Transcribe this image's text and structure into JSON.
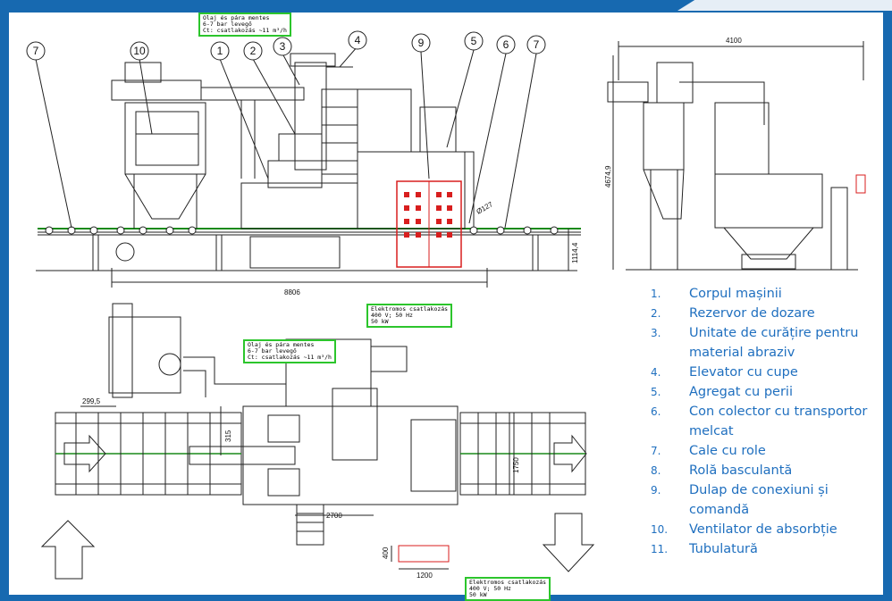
{
  "legend": [
    {
      "num": "1.",
      "label": "Corpul mașinii"
    },
    {
      "num": "2.",
      "label": "Rezervor de dozare"
    },
    {
      "num": "3.",
      "label": "Unitate de curățire pentru material abraziv"
    },
    {
      "num": "4.",
      "label": "Elevator cu cupe"
    },
    {
      "num": "5.",
      "label": "Agregat cu perii"
    },
    {
      "num": "6.",
      "label": "Con colector cu transportor melcat"
    },
    {
      "num": "7.",
      "label": "Cale cu role"
    },
    {
      "num": "8.",
      "label": "Rolă basculantă"
    },
    {
      "num": "9.",
      "label": "Dulap de conexiuni și comandă"
    },
    {
      "num": "10.",
      "label": "Ventilator de absorbție"
    },
    {
      "num": "11.",
      "label": "Tubulatură"
    }
  ],
  "callouts": [
    "7",
    "10",
    "1",
    "2",
    "3",
    "4",
    "9",
    "5",
    "6",
    "7"
  ],
  "notes": {
    "air_top": "Olaj és pára mentes\n6-7 bar levegő\nCt: csatlakozás ~11 m³/h",
    "air_mid": "Olaj és pára mentes\n6-7 bar levegő\nCt: csatlakozás ~11 m³/h",
    "elec_mid": "Elektromos csatlakozás\n400 V; 50 Hz\n50 kW",
    "elec_bottom": "Elektromos csatlakozás\n400 V; 50 Hz\n50 kW"
  },
  "dimensions": {
    "width_total": "8806",
    "height_right": "1114,4",
    "diameter": "Ø127",
    "side_width": "4100",
    "side_height": "4674,9",
    "plan_a": "299,5",
    "plan_b": "315",
    "plan_c": "2700",
    "plan_d": "1750",
    "plan_e": "1200",
    "plan_f": "400"
  }
}
